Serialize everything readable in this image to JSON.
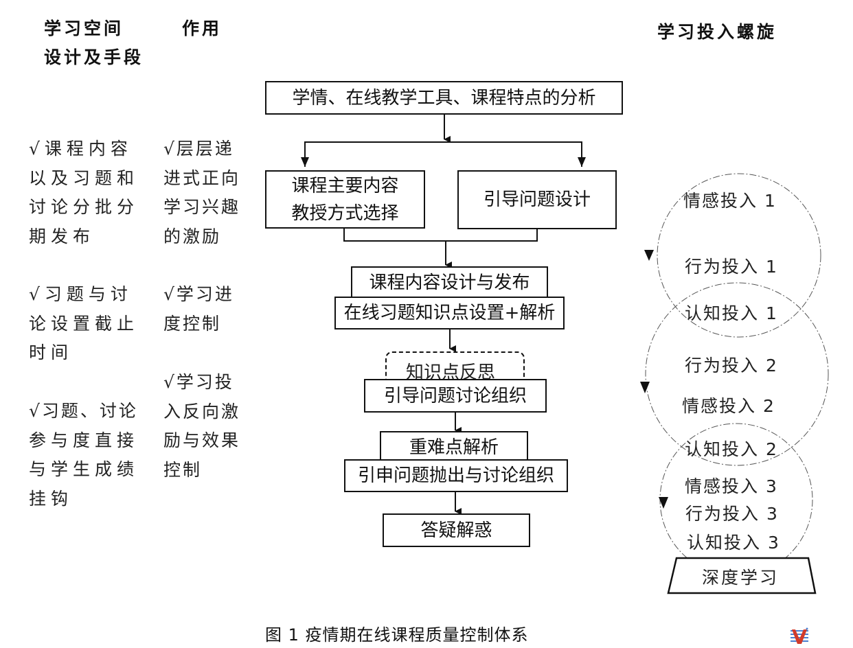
{
  "headers": {
    "space_design": [
      "学习空间",
      "设计及手段"
    ],
    "function": "作用",
    "spiral": "学习投入螺旋"
  },
  "left_column": [
    [
      "√课程内容",
      "以及习题和",
      "讨论分批分",
      "期发布"
    ],
    [
      "√习题与讨",
      "论设置截止",
      "时间"
    ],
    [
      "√习题、讨论",
      "参与度直接",
      "与学生成绩",
      "挂钩"
    ]
  ],
  "middle_column": [
    [
      "√层层递",
      "进式正向",
      "学习兴趣",
      "的激励"
    ],
    [
      "√学习进",
      "度控制"
    ],
    [
      "√学习投",
      "入反向激",
      "励与效果",
      "控制"
    ]
  ],
  "flow": {
    "analysis": "学情、在线教学工具、课程特点的分析",
    "content_mode": [
      "课程主要内容",
      "教授方式选择"
    ],
    "guide_design": "引导问题设计",
    "content_publish": "课程内容设计与发布",
    "online_exercise": "在线习题知识点设置+解析",
    "reflection": "知识点反思",
    "guide_discussion": "引导问题讨论组织",
    "key_points": "重难点解析",
    "extended_discussion": "引申问题抛出与讨论组织",
    "qa": "答疑解惑"
  },
  "spiral": {
    "cycle1": [
      "情感投入 1",
      "行为投入 1",
      "认知投入 1"
    ],
    "cycle2": [
      "行为投入 2",
      "情感投入 2",
      "认知投入 2"
    ],
    "cycle3": [
      "情感投入 3",
      "行为投入 3",
      "认知投入 3"
    ],
    "base": "深度学习"
  },
  "caption": "图 1  疫情期在线课程质量控制体系",
  "watermark_icon": "logo-icon"
}
